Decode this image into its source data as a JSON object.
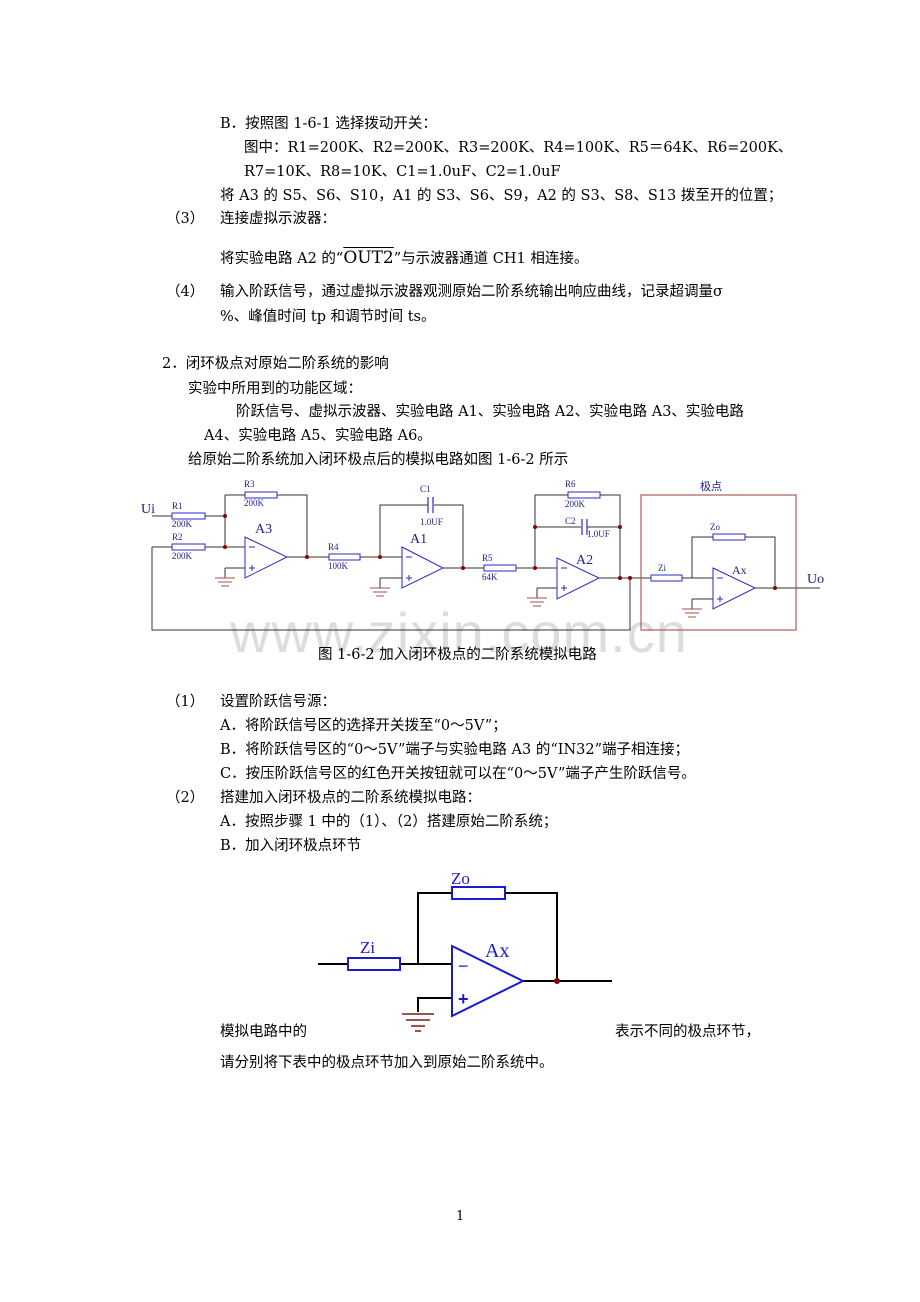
{
  "lines": {
    "b_select": "B．按照图 1-6-1 选择拨动开关：",
    "values1": "图中：R1=200K、R2=200K、R3=200K、R4=100K、R5＝64K、R6=200K、",
    "values2": "R7=10K、R8=10K、C1=1.0uF、C2=1.0uF",
    "switches": "将 A3 的 S5、S6、S10，A1 的 S3、S6、S9，A2 的 S3、S8、S13 拨至开的位置；",
    "step3_num": "（3）",
    "step3": "连接虚拟示波器：",
    "connect_pre": "将实验电路 A2 的“",
    "connect_out": "OUT2",
    "connect_post": "”与示波器通道 CH1 相连接。",
    "step4_num": "（4）",
    "step4a": "输入阶跃信号，通过虚拟示波器观测原始二阶系统输出响应曲线，记录超调量σ",
    "step4b": "%、峰值时间 tp 和调节时间 ts。",
    "sec2": "2．闭环极点对原始二阶系统的影响",
    "areas_title": "实验中所用到的功能区域：",
    "areas1": "阶跃信号、虚拟示波器、实验电路 A1、实验电路 A2、实验电路 A3、实验电路",
    "areas2": "A4、实验电路 A5、实验电路 A6。",
    "fig_intro": "给原始二阶系统加入闭环极点后的模拟电路如图 1-6-2 所示",
    "caption": "图 1-6-2 加入闭环极点的二阶系统模拟电路",
    "s1_num": "（1）",
    "s1": "设置阶跃信号源：",
    "s1a": "A．将阶跃信号区的选择开关拨至“0～5V”；",
    "s1b": "B．将阶跃信号区的“0～5V”端子与实验电路 A3 的“IN32”端子相连接；",
    "s1c": "C．按压阶跃信号区的红色开关按钮就可以在“0～5V”端子产生阶跃信号。",
    "s2_num": "（2）",
    "s2": "搭建加入闭环极点的二阶系统模拟电路：",
    "s2a": "A．按照步骤 1 中的（1）、（2）搭建原始二阶系统；",
    "s2b": "B．加入闭环极点环节",
    "note_pre": "模拟电路中的",
    "note_post": "表示不同的极点环节，",
    "note2": "请分别将下表中的极点环节加入到原始二阶系统中。",
    "page_number": "1"
  },
  "circuit": {
    "ui": "Ui",
    "uo": "Uo",
    "r1": "R1",
    "r1v": "200K",
    "r2": "R2",
    "r2v": "200K",
    "r3": "R3",
    "r3v": "200K",
    "r4": "R4",
    "r4v": "100K",
    "r5": "R5",
    "r5v": "64K",
    "r6": "R6",
    "r6v": "200K",
    "c1": "C1",
    "c1v": "1.0UF",
    "c2": "C2",
    "c2v": "1.0UF",
    "a3": "A3",
    "a1": "A1",
    "a2": "A2",
    "ax": "Ax",
    "zi": "Zi",
    "zo": "Zo",
    "pole_box": "极点"
  },
  "pole_diagram": {
    "zi": "Zi",
    "zo": "Zo",
    "ax": "Ax",
    "minus": "−",
    "plus": "+"
  },
  "watermark": "www.zixin.com.cn",
  "colors": {
    "wire": "#333333",
    "component": "#2a2ac8",
    "node": "#8b0000",
    "box": "#b05a5a"
  }
}
